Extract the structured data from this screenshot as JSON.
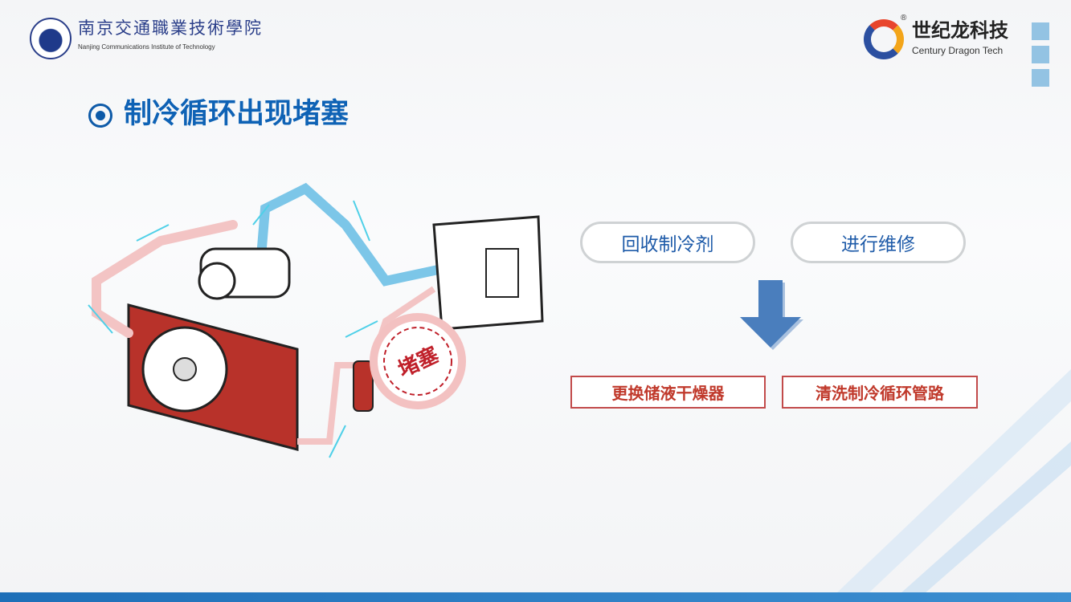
{
  "header": {
    "school_name": "南京交通職業技術學院",
    "school_name_en": "Nanjing Communications Institute of Technology",
    "brand_name": "世纪龙科技",
    "brand_name_en": "Century Dragon Tech",
    "brand_reg": "®"
  },
  "title": "制冷循环出现堵塞",
  "diagram": {
    "blockage_label": "堵塞"
  },
  "steps": {
    "recover": "回收制冷剂",
    "repair": "进行维修"
  },
  "actions": {
    "replace_drier": "更换储液干燥器",
    "flush_lines": "清洗制冷循环管路"
  },
  "colors": {
    "accent": "#0e62b5",
    "action": "#c0392b",
    "arrow": "#4a7ebd"
  }
}
